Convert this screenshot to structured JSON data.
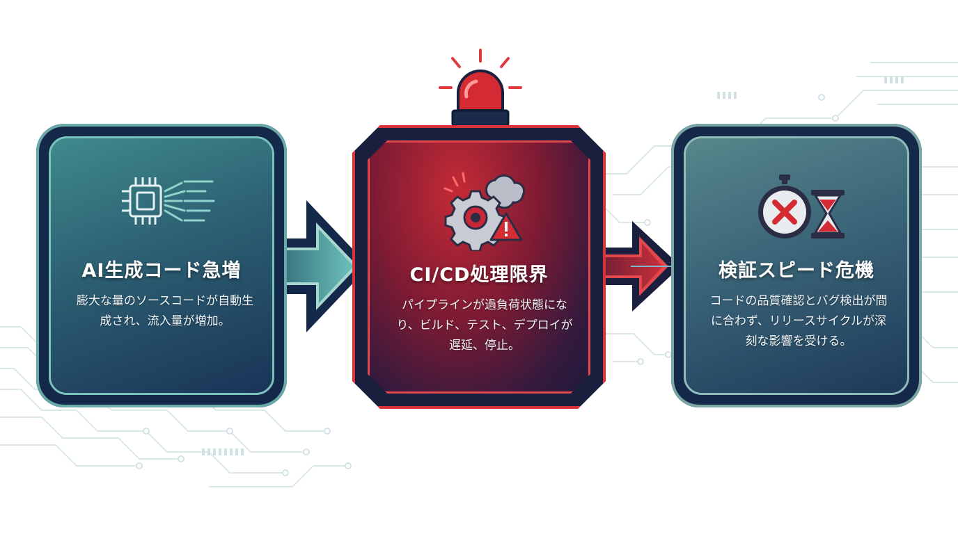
{
  "steps": [
    {
      "title": "AI生成コード急増",
      "description": "膨大な量のソースコードが自動生成され、流入量が増加。",
      "icon": "chip-code-icon",
      "accent": "#4f9c9b"
    },
    {
      "title": "CI/CD処理限界",
      "description": "パイプラインが過負荷状態になり、ビルド、テスト、デプロイが遅延、停止。",
      "icon": "gear-smoke-warning-icon",
      "accent": "#d9333a"
    },
    {
      "title": "検証スピード危機",
      "description": "コードの品質確認とバグ検出が間に合わず、リリースサイクルが深刻な影響を受ける。",
      "icon": "stopwatch-hourglass-icon",
      "accent": "#5b8d90"
    }
  ],
  "colors": {
    "navy": "#14284a",
    "alert_red": "#d9333a",
    "teal": "#4f9c9b"
  },
  "alarm_icon": "siren-icon"
}
